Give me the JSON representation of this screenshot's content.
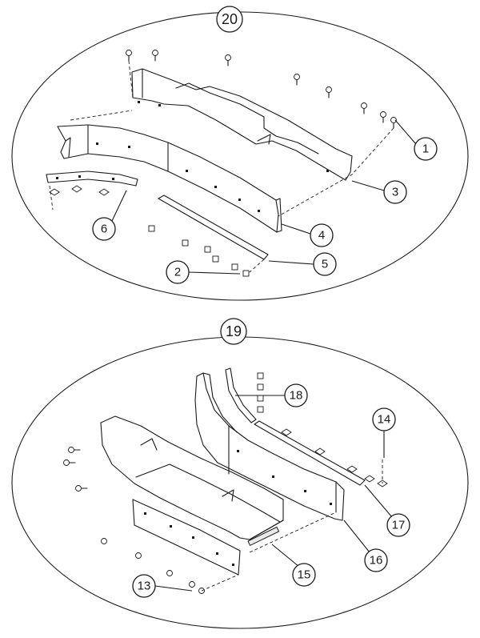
{
  "groups": [
    {
      "label": "20"
    },
    {
      "label": "19"
    }
  ],
  "callouts_top": [
    "1",
    "2",
    "3",
    "4",
    "5",
    "6"
  ],
  "callouts_bottom": [
    "13",
    "14",
    "15",
    "16",
    "17",
    "18"
  ]
}
